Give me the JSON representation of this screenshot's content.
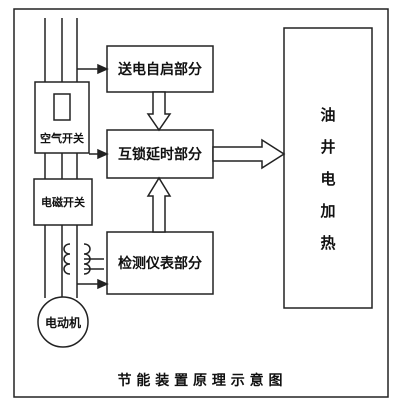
{
  "blocks": {
    "power_on_restart": "送电自启部分",
    "interlock_delay": "互锁延时部分",
    "detection_instrument": "检测仪表部分"
  },
  "components": {
    "air_switch": "空气开关",
    "magnetic_switch": "电磁开关",
    "motor": "电动机"
  },
  "heater": [
    "油",
    "井",
    "电",
    "加",
    "热"
  ],
  "caption": "节 能 装 置 原 理 示 意 图"
}
